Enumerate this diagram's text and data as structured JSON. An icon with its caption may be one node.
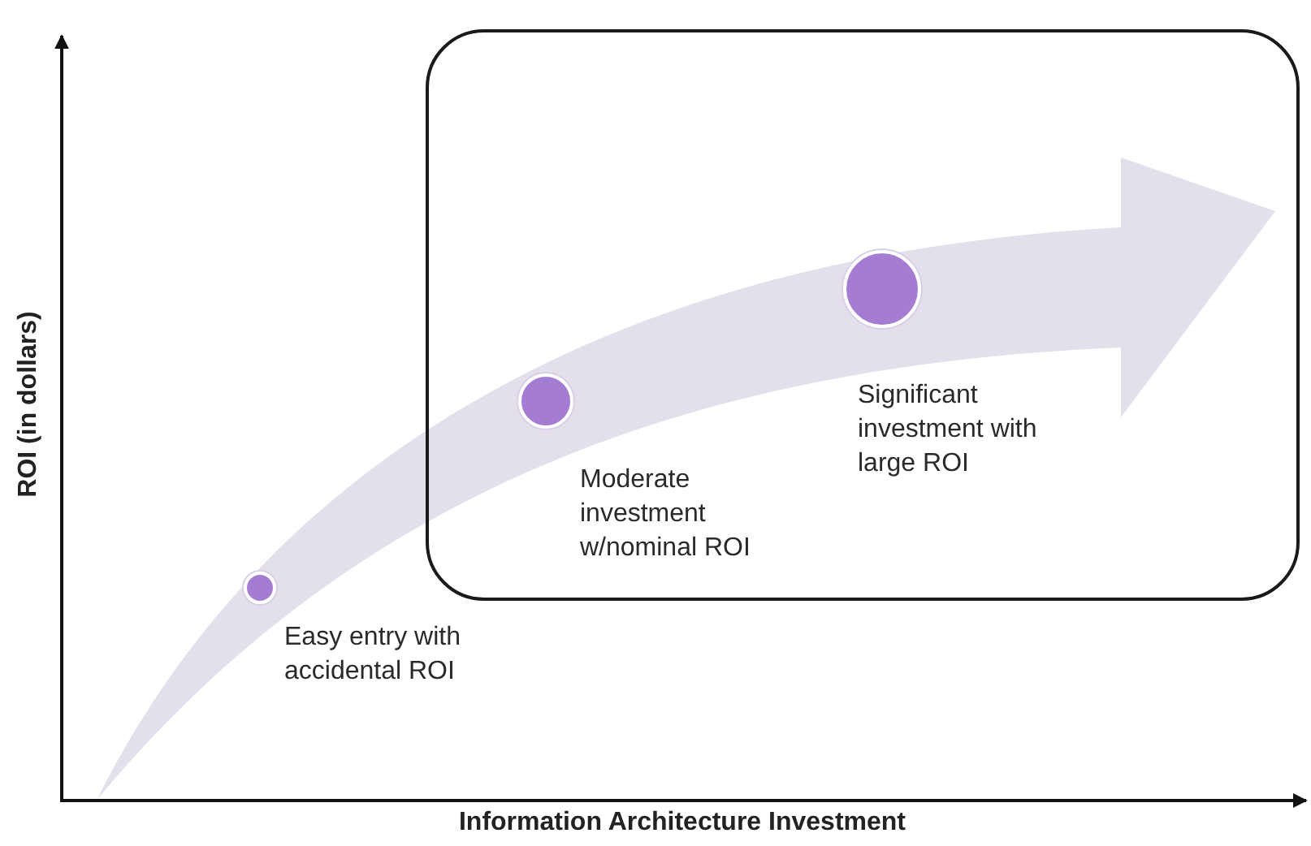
{
  "diagram": {
    "nodes": [
      {
        "text": [],
        "shape": "box"
      },
      {
        "text": [],
        "shape": "circle",
        "beside": [
          "Easy entry with accidental ROI"
        ]
      },
      {
        "text": [],
        "shape": "circle",
        "in": 0,
        "beside": [
          "Moderate investment w/nominal ROI"
        ]
      },
      {
        "text": [],
        "shape": "circle",
        "in": 0,
        "beside": [
          "Significant investment with large ROI"
        ]
      }
    ],
    "labels": [
      "ROI (in dollars)",
      "Information Architecture Investment"
    ]
  }
}
